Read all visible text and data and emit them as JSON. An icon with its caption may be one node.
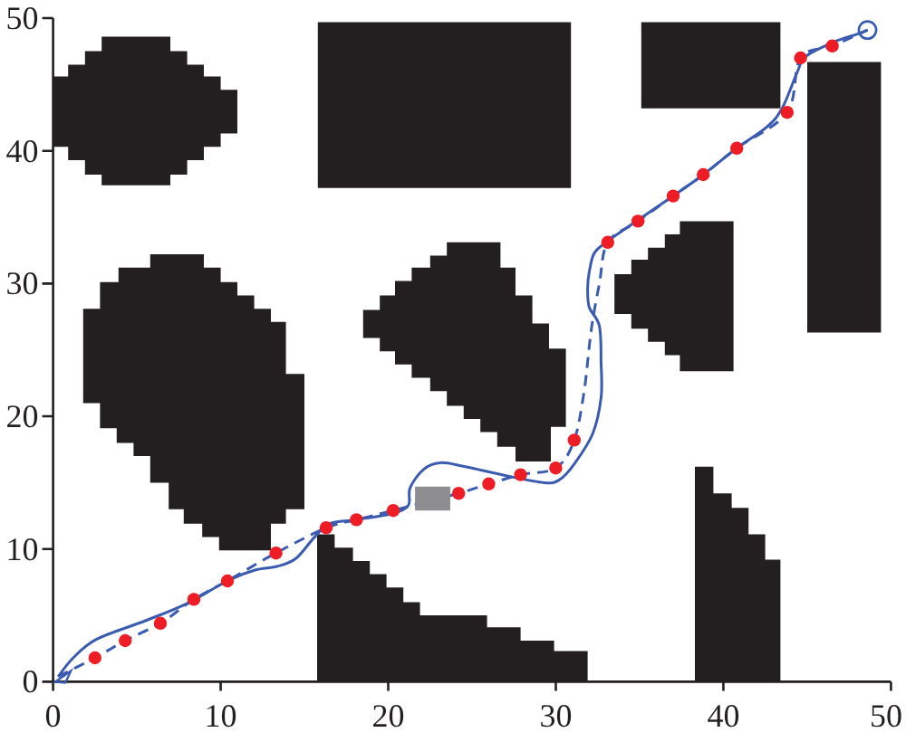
{
  "diagram": {
    "chart_data": {
      "type": "scatter",
      "xlim": [
        0,
        50
      ],
      "ylim": [
        0,
        50
      ],
      "xticks": [
        0,
        10,
        20,
        30,
        40,
        50
      ],
      "yticks": [
        0,
        10,
        20,
        30,
        40,
        50
      ],
      "x": [
        2.5,
        4.3,
        6.4,
        8.4,
        10.4,
        13.3,
        16.3,
        18.1,
        20.3,
        24.2,
        26.0,
        27.9,
        30.0,
        31.1,
        33.1,
        34.9,
        37.0,
        38.8,
        40.8,
        43.8,
        44.6,
        46.5
      ],
      "series": [
        {
          "color": "#ee1c25",
          "values": [
            1.8,
            3.1,
            4.4,
            6.2,
            7.6,
            9.7,
            11.6,
            12.2,
            12.9,
            14.2,
            14.9,
            15.6,
            16.1,
            18.2,
            33.1,
            34.7,
            36.6,
            38.2,
            40.2,
            42.9,
            47.0,
            47.9
          ]
        }
      ]
    }
  }
}
